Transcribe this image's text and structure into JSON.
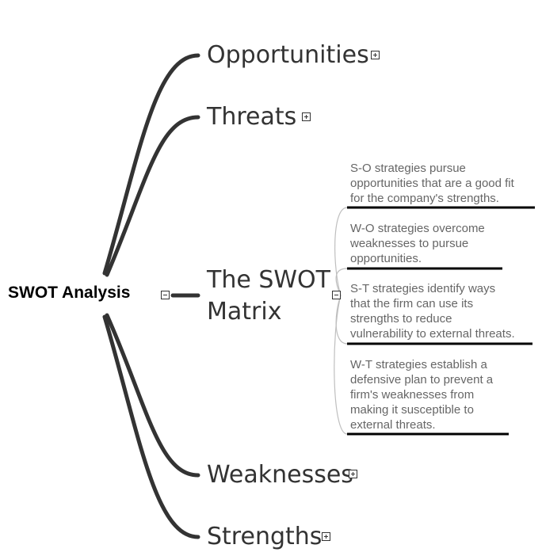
{
  "root": {
    "label": "SWOT Analysis"
  },
  "branches": {
    "opportunities": {
      "label": "Opportunities",
      "state": "collapsed"
    },
    "threats": {
      "label": "Threats",
      "state": "collapsed"
    },
    "swot_matrix": {
      "label_line1": "The SWOT",
      "label_line2": "Matrix",
      "state": "expanded"
    },
    "weaknesses": {
      "label": "Weaknesses",
      "state": "collapsed"
    },
    "strengths": {
      "label": "Strengths",
      "state": "collapsed"
    }
  },
  "strategies": [
    {
      "lines": [
        "S-O strategies pursue",
        "opportunities that are a good fit",
        "for the company's strengths."
      ]
    },
    {
      "lines": [
        "W-O strategies overcome",
        "weaknesses to pursue",
        "opportunities."
      ]
    },
    {
      "lines": [
        "S-T strategies identify ways",
        "that the firm can use its",
        "strengths to reduce",
        "vulnerability to external threats."
      ]
    },
    {
      "lines": [
        "W-T strategies establish a",
        "defensive plan to prevent a",
        "firm's weaknesses from",
        "making it susceptible to",
        "external threats."
      ]
    }
  ],
  "colors": {
    "connector": "#333333",
    "sub_connector": "#bfbfbf",
    "strategy_text": "#666666",
    "branch_text": "#333333"
  }
}
